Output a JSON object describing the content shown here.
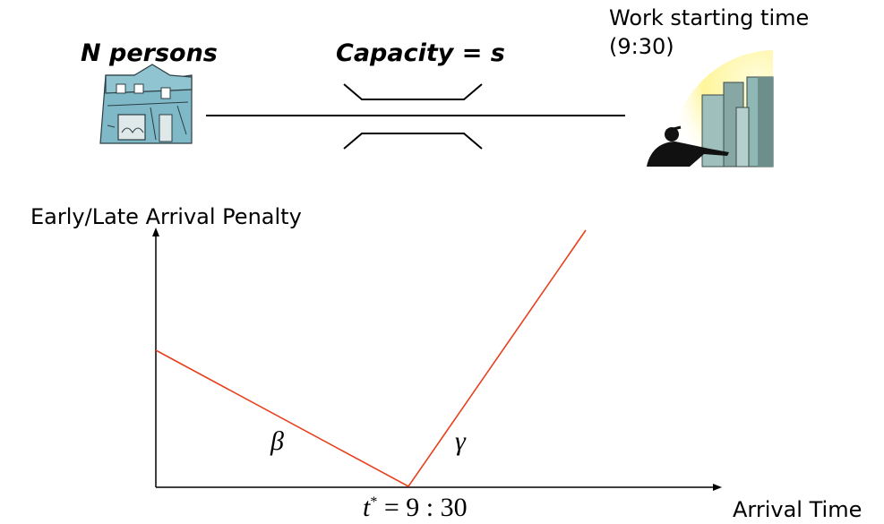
{
  "top": {
    "origin_label": "N persons",
    "capacity_label": "Capacity = s",
    "destination_label_line1": "Work starting time",
    "destination_label_line2": "(9:30)"
  },
  "icons": {
    "origin": "house-icon",
    "destination": "office-buildings-with-person-icon",
    "road": "bottleneck-road-icon"
  },
  "penalty": {
    "ylabel": "Early/Late Arrival Penalty",
    "xlabel": "Arrival Time",
    "early_slope_symbol": "β",
    "late_slope_symbol": "γ",
    "t_star_label_t": "t",
    "t_star_label_sup": "*",
    "t_star_label_rest": " = 9 : 30"
  },
  "colors": {
    "penalty_line": "#e8401c",
    "house_fill": "#7fb8c6",
    "building_fill": "#8fb7b4",
    "glow": "#fff59a"
  }
}
